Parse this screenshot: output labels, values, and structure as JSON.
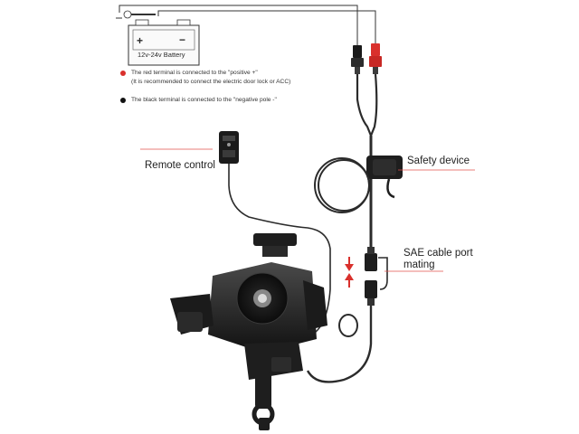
{
  "battery": {
    "label": "12v-24v Battery",
    "plus": "+",
    "minus": "−"
  },
  "notes": {
    "red_line1": "The red terminal is connected to the \"positive +\"",
    "red_line2": "(It is recommended to connect the electric door lock or ACC)",
    "black_line": "The black terminal is connected to the \"negative pole -\""
  },
  "callouts": {
    "remote": "Remote control",
    "safety": "Safety device",
    "sae_line1": "SAE cable port",
    "sae_line2": "mating"
  },
  "colors": {
    "red": "#d9302c",
    "black": "#111111",
    "cable": "#2b2b2b",
    "leader_red": "#e0524e",
    "device_body": "#1e1e1e",
    "device_gray": "#6b6b6b"
  },
  "icons": {
    "battery": "battery-icon",
    "red_terminal": "red-terminal-icon",
    "black_terminal": "black-terminal-icon",
    "remote": "remote-control-icon",
    "fuse": "safety-device-icon",
    "connector": "sae-connector-icon",
    "arrow_down": "arrow-down-icon",
    "arrow_up": "arrow-up-icon",
    "holder": "phone-holder-icon",
    "clamp": "handlebar-clamp-icon"
  }
}
